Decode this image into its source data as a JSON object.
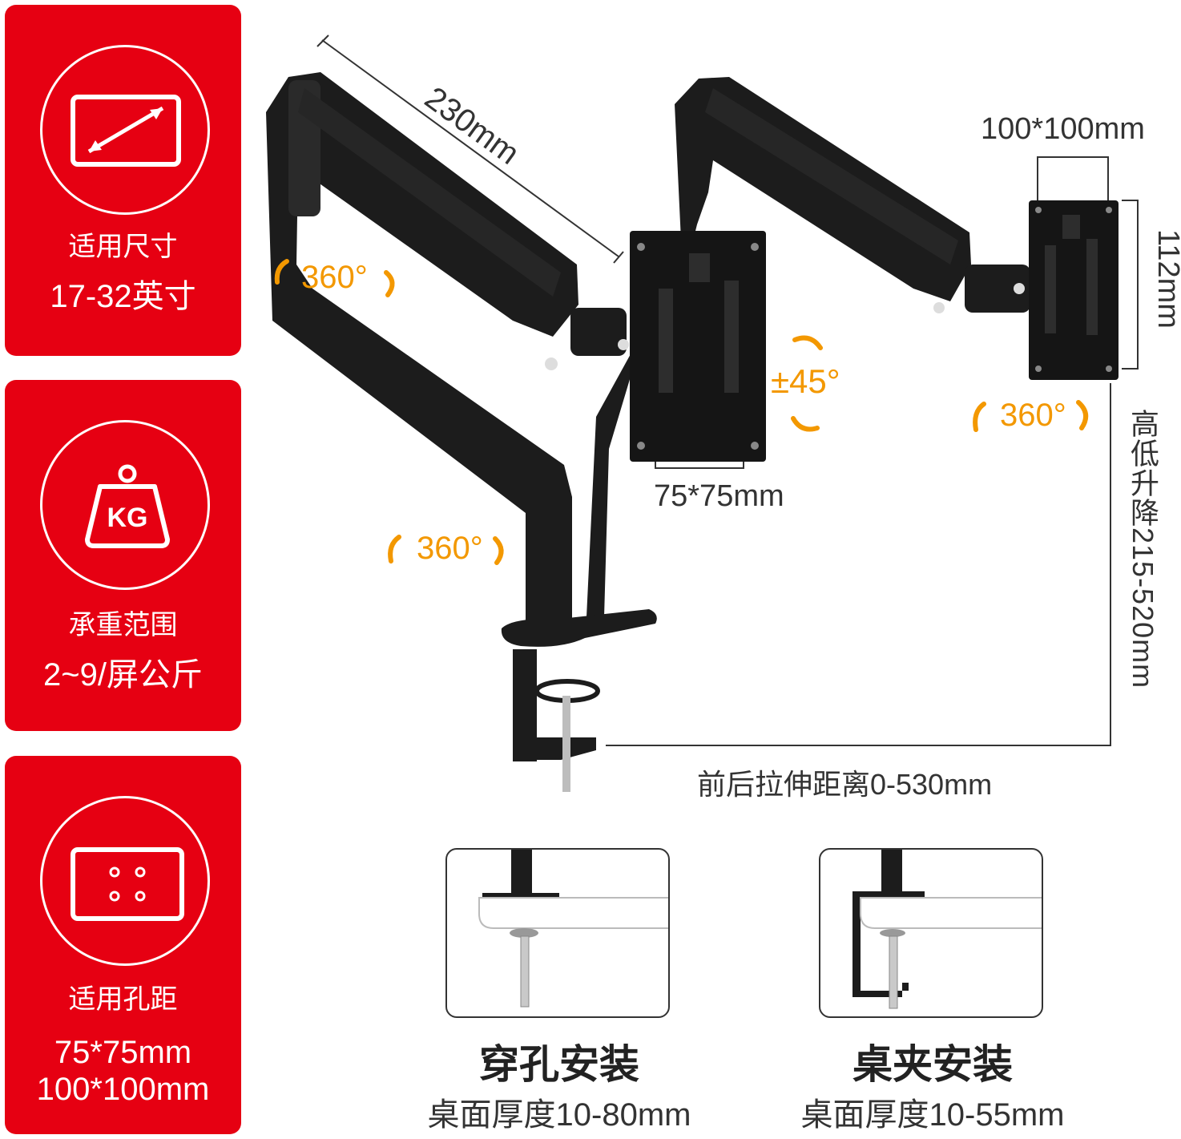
{
  "spec_cards": [
    {
      "label": "适用尺寸",
      "value": "17-32英寸",
      "icon": "monitor-size-icon"
    },
    {
      "label": "承重范围",
      "value": "2~9/屏公斤",
      "icon": "weight-kg-icon",
      "icon_text": "KG"
    },
    {
      "label": "适用孔距",
      "value_lines": [
        "75*75mm",
        "100*100mm"
      ],
      "icon": "vesa-holes-icon"
    }
  ],
  "dimensions": {
    "arm_length": "230mm",
    "vesa_large": "100*100mm",
    "vesa_small": "75*75mm",
    "plate_height": "112mm",
    "tilt": "±45°",
    "rotation_a": "360°",
    "rotation_b": "360°",
    "rotation_c": "360°",
    "height_range": "高低升降215-520mm",
    "extension": "前后拉伸距离0-530mm"
  },
  "mounts": [
    {
      "title": "穿孔安装",
      "subtitle": "桌面厚度10-80mm"
    },
    {
      "title": "桌夹安装",
      "subtitle": "桌面厚度10-55mm"
    }
  ],
  "colors": {
    "accent_red": "#e60012",
    "arrow_orange": "#f39800",
    "arm_black": "#1c1c1c"
  }
}
